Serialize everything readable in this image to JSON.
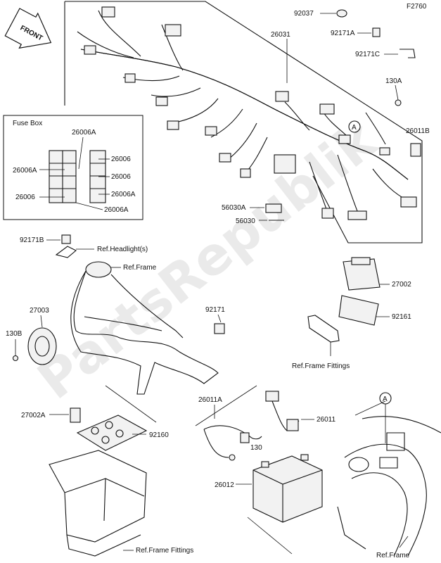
{
  "diagram": {
    "code": "F2760",
    "front_label": "FRONT",
    "watermark": "PartsRepublik",
    "fuse_box": {
      "title": "Fuse Box",
      "labels": [
        "26006A",
        "26006A",
        "26006",
        "26006",
        "26006",
        "26006A",
        "26006A"
      ]
    },
    "harness_labels": [
      "92037",
      "26031",
      "92171A",
      "92171C",
      "130A",
      "A",
      "26011B",
      "56030A",
      "56030"
    ],
    "headlight": {
      "part": "92171B",
      "ref": "Ref.Headlight(s)"
    },
    "frame": {
      "ref": "Ref.Frame",
      "parts": [
        "27003",
        "130B",
        "92171"
      ]
    },
    "ecu": {
      "parts": [
        "27002",
        "92161"
      ],
      "ref": "Ref.Frame Fittings"
    },
    "battery_box": {
      "parts": [
        "27002A",
        "92160"
      ],
      "ref": "Ref.Frame Fittings"
    },
    "battery": {
      "parts": [
        "26011A",
        "26011",
        "130",
        "26012"
      ]
    },
    "frame_detail": {
      "callout": "A",
      "ref": "Ref.Frame"
    }
  }
}
